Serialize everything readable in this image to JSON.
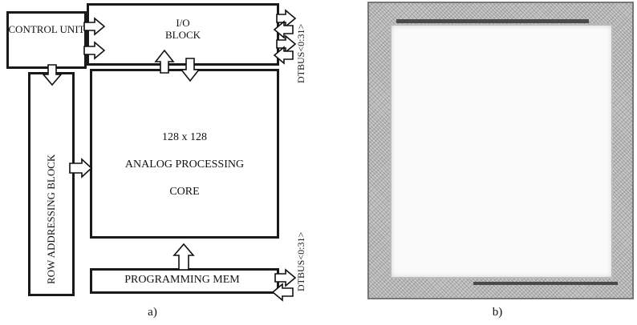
{
  "diagram_a": {
    "control_unit": "CONTROL UNIT",
    "io_block": "I/O BLOCK",
    "row_addressing_block": "ROW ADDRESSING BLOCK",
    "core_line1": "128 x 128",
    "core_line2": "ANALOG PROCESSING",
    "core_line3": "CORE",
    "programming_mem": "PROGRAMMING MEM",
    "dtbus_top": "DTBUS<0:31>",
    "dtbus_bottom": "DTBUS<0:31>",
    "caption": "a)"
  },
  "photo_b": {
    "caption": "b)"
  }
}
